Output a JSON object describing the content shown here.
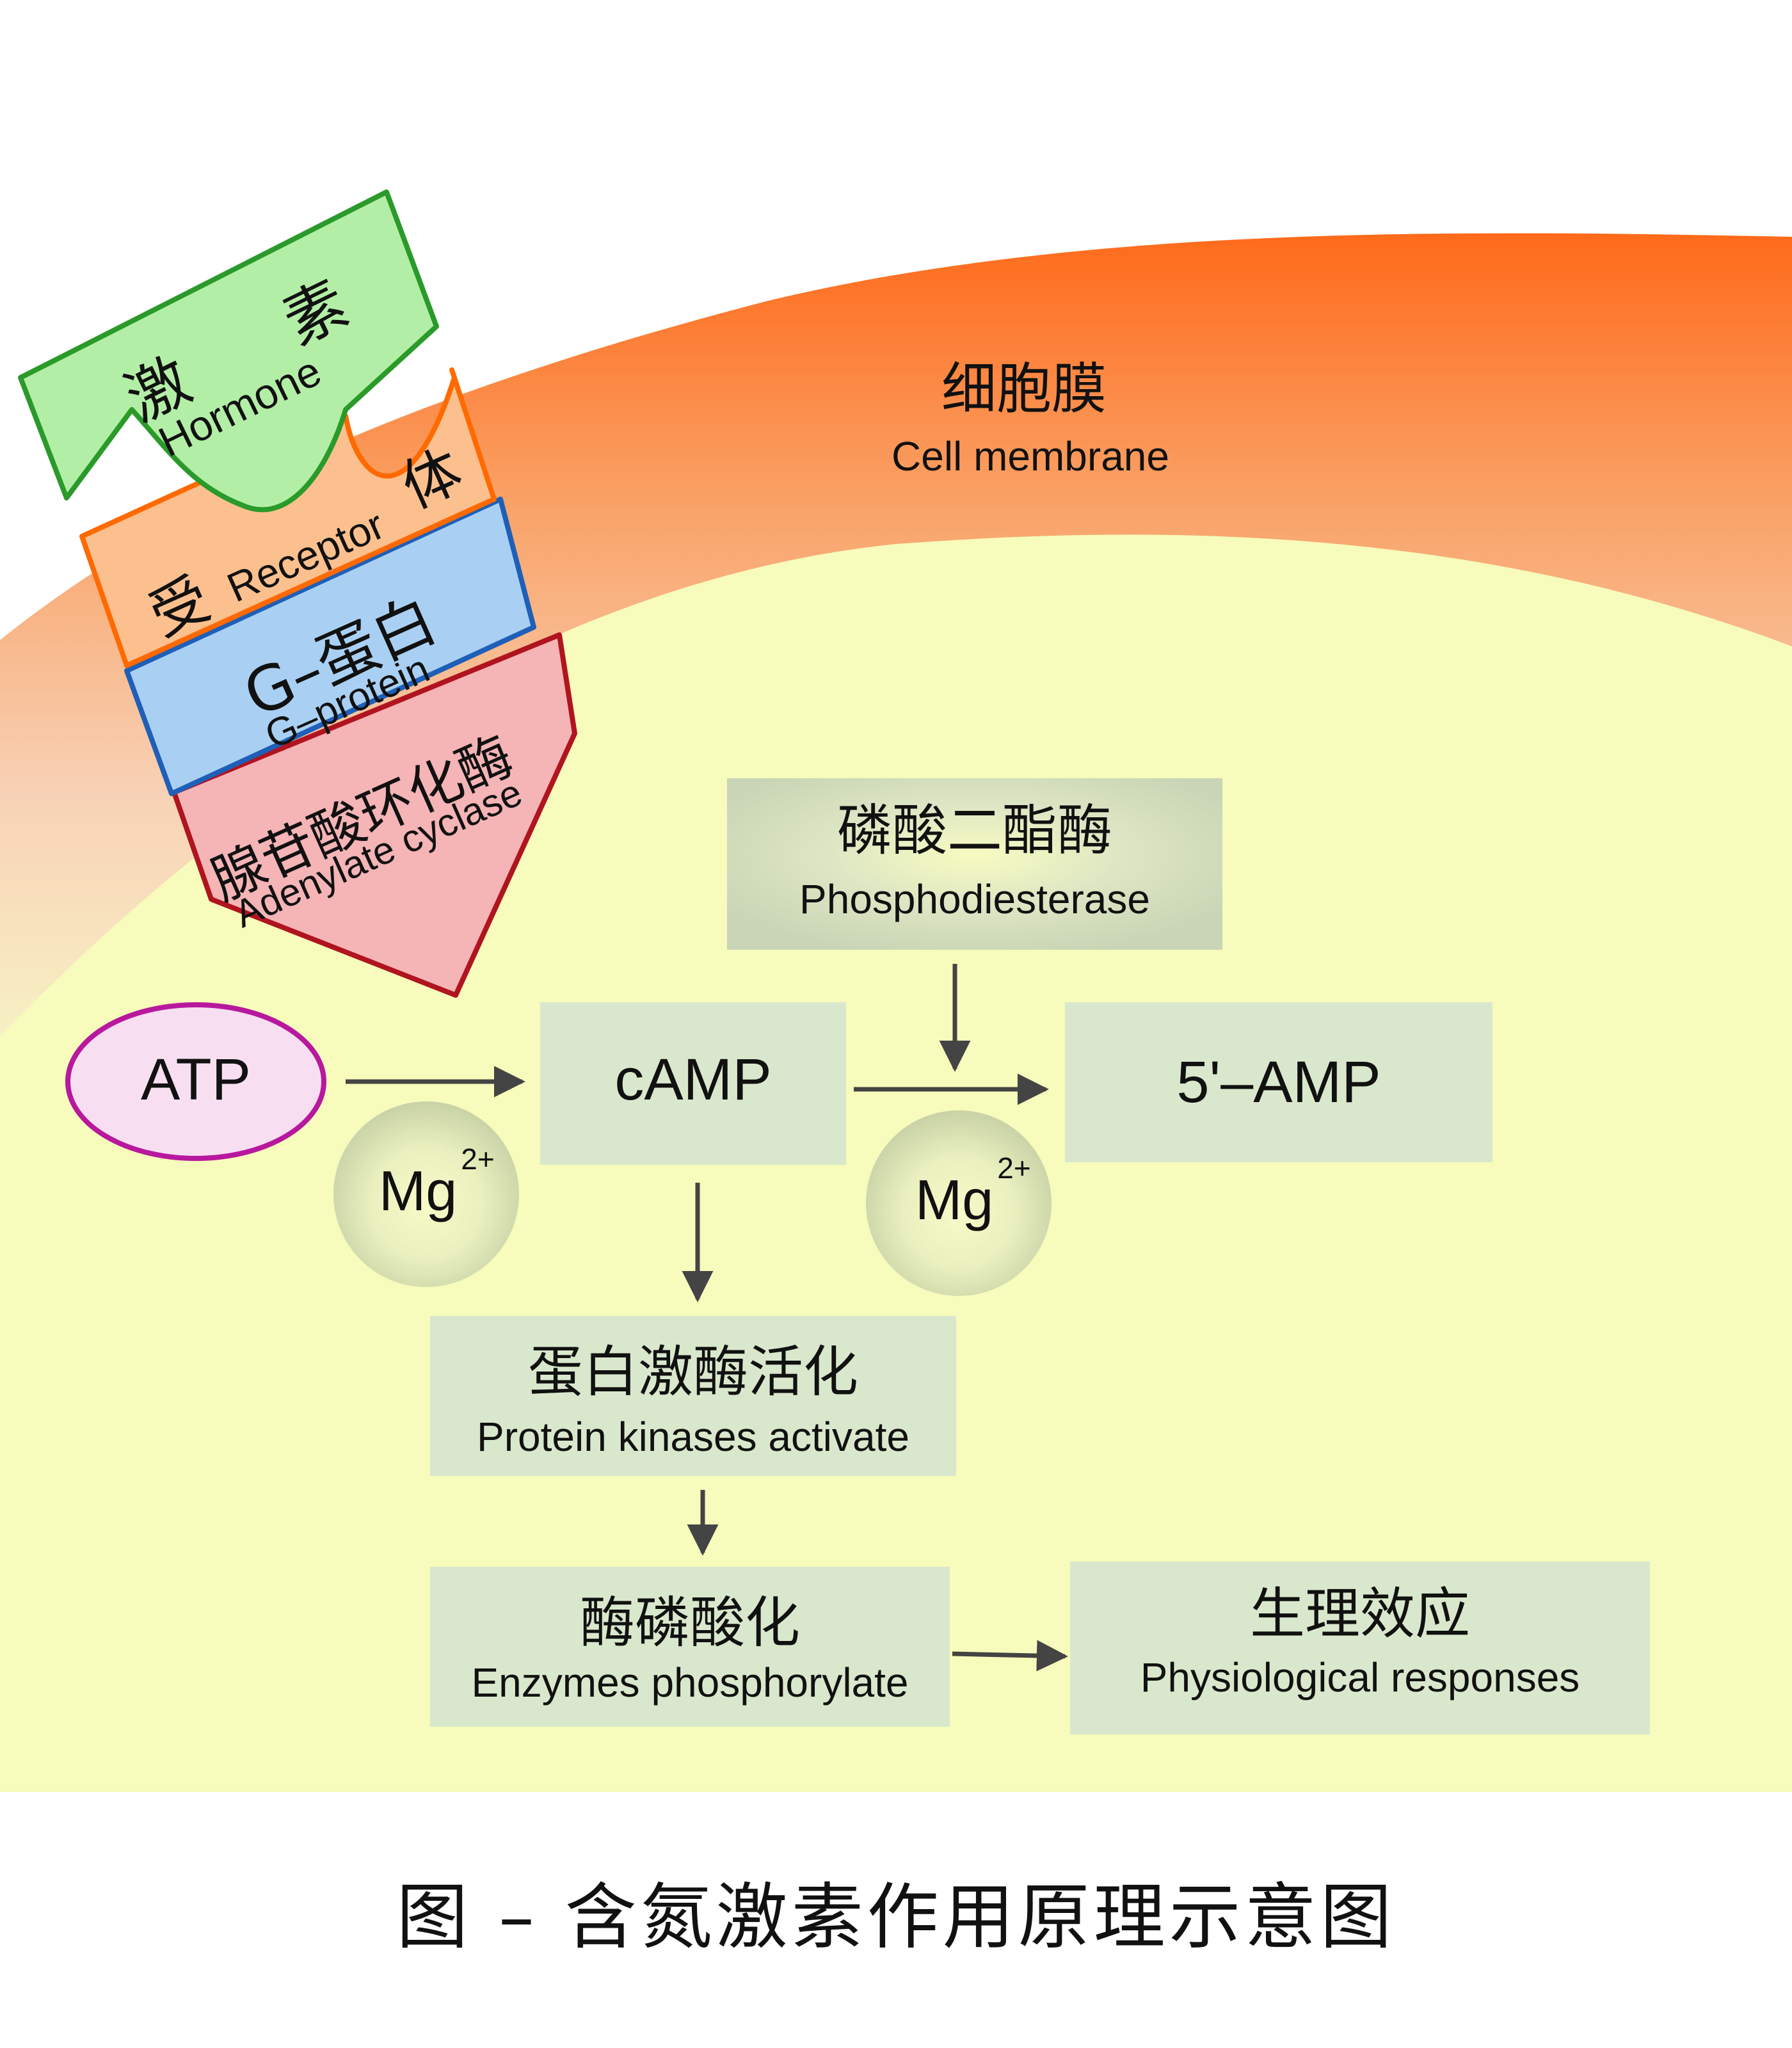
{
  "membrane": {
    "zh": "细胞膜",
    "en": "Cell membrane"
  },
  "hormone": {
    "zh_1": "激",
    "zh_2": "素",
    "en": "Hormone"
  },
  "receptor": {
    "zh_1": "受",
    "zh_2": "体",
    "en": "Receptor"
  },
  "g_protein": {
    "zh": "G–蛋白",
    "en": "G–protein"
  },
  "adenylate_cyclase": {
    "zh": "腺苷酸环化酶",
    "en": "Adenylate cyclase"
  },
  "atp": "ATP",
  "mg_left": {
    "base": "Mg",
    "charge": "2+"
  },
  "mg_right": {
    "base": "Mg",
    "charge": "2+"
  },
  "camp": "cAMP",
  "amp5": "5'–AMP",
  "phosphodiesterase": {
    "zh": "磷酸二酯酶",
    "en": "Phosphodiesterase"
  },
  "protein_kinase": {
    "zh": "蛋白激酶活化",
    "en": "Protein kinases activate"
  },
  "enzyme_phos": {
    "zh": "酶磷酸化",
    "en": "Enzymes phosphorylate"
  },
  "physio": {
    "zh": "生理效应",
    "en": "Physiological responses"
  },
  "caption": "图 – 含氮激素作用原理示意图",
  "colors": {
    "membrane_orange": "#ff6a1a",
    "cytoplasm": "#f7fbbb",
    "hormone_fill": "#b3eea6",
    "hormone_border": "#2a9a2a",
    "receptor_fill": "#fcc08f",
    "receptor_border": "#ff6a00",
    "gprotein_fill": "#a9d0f2",
    "gprotein_border": "#1f5fb8",
    "cyclase_fill": "#f5b4b6",
    "cyclase_border": "#b0141f",
    "atp_border": "#b8189e",
    "box_fill": "#d9e8cc",
    "pde_fill": "#cad6b6",
    "arrow": "#444444"
  }
}
